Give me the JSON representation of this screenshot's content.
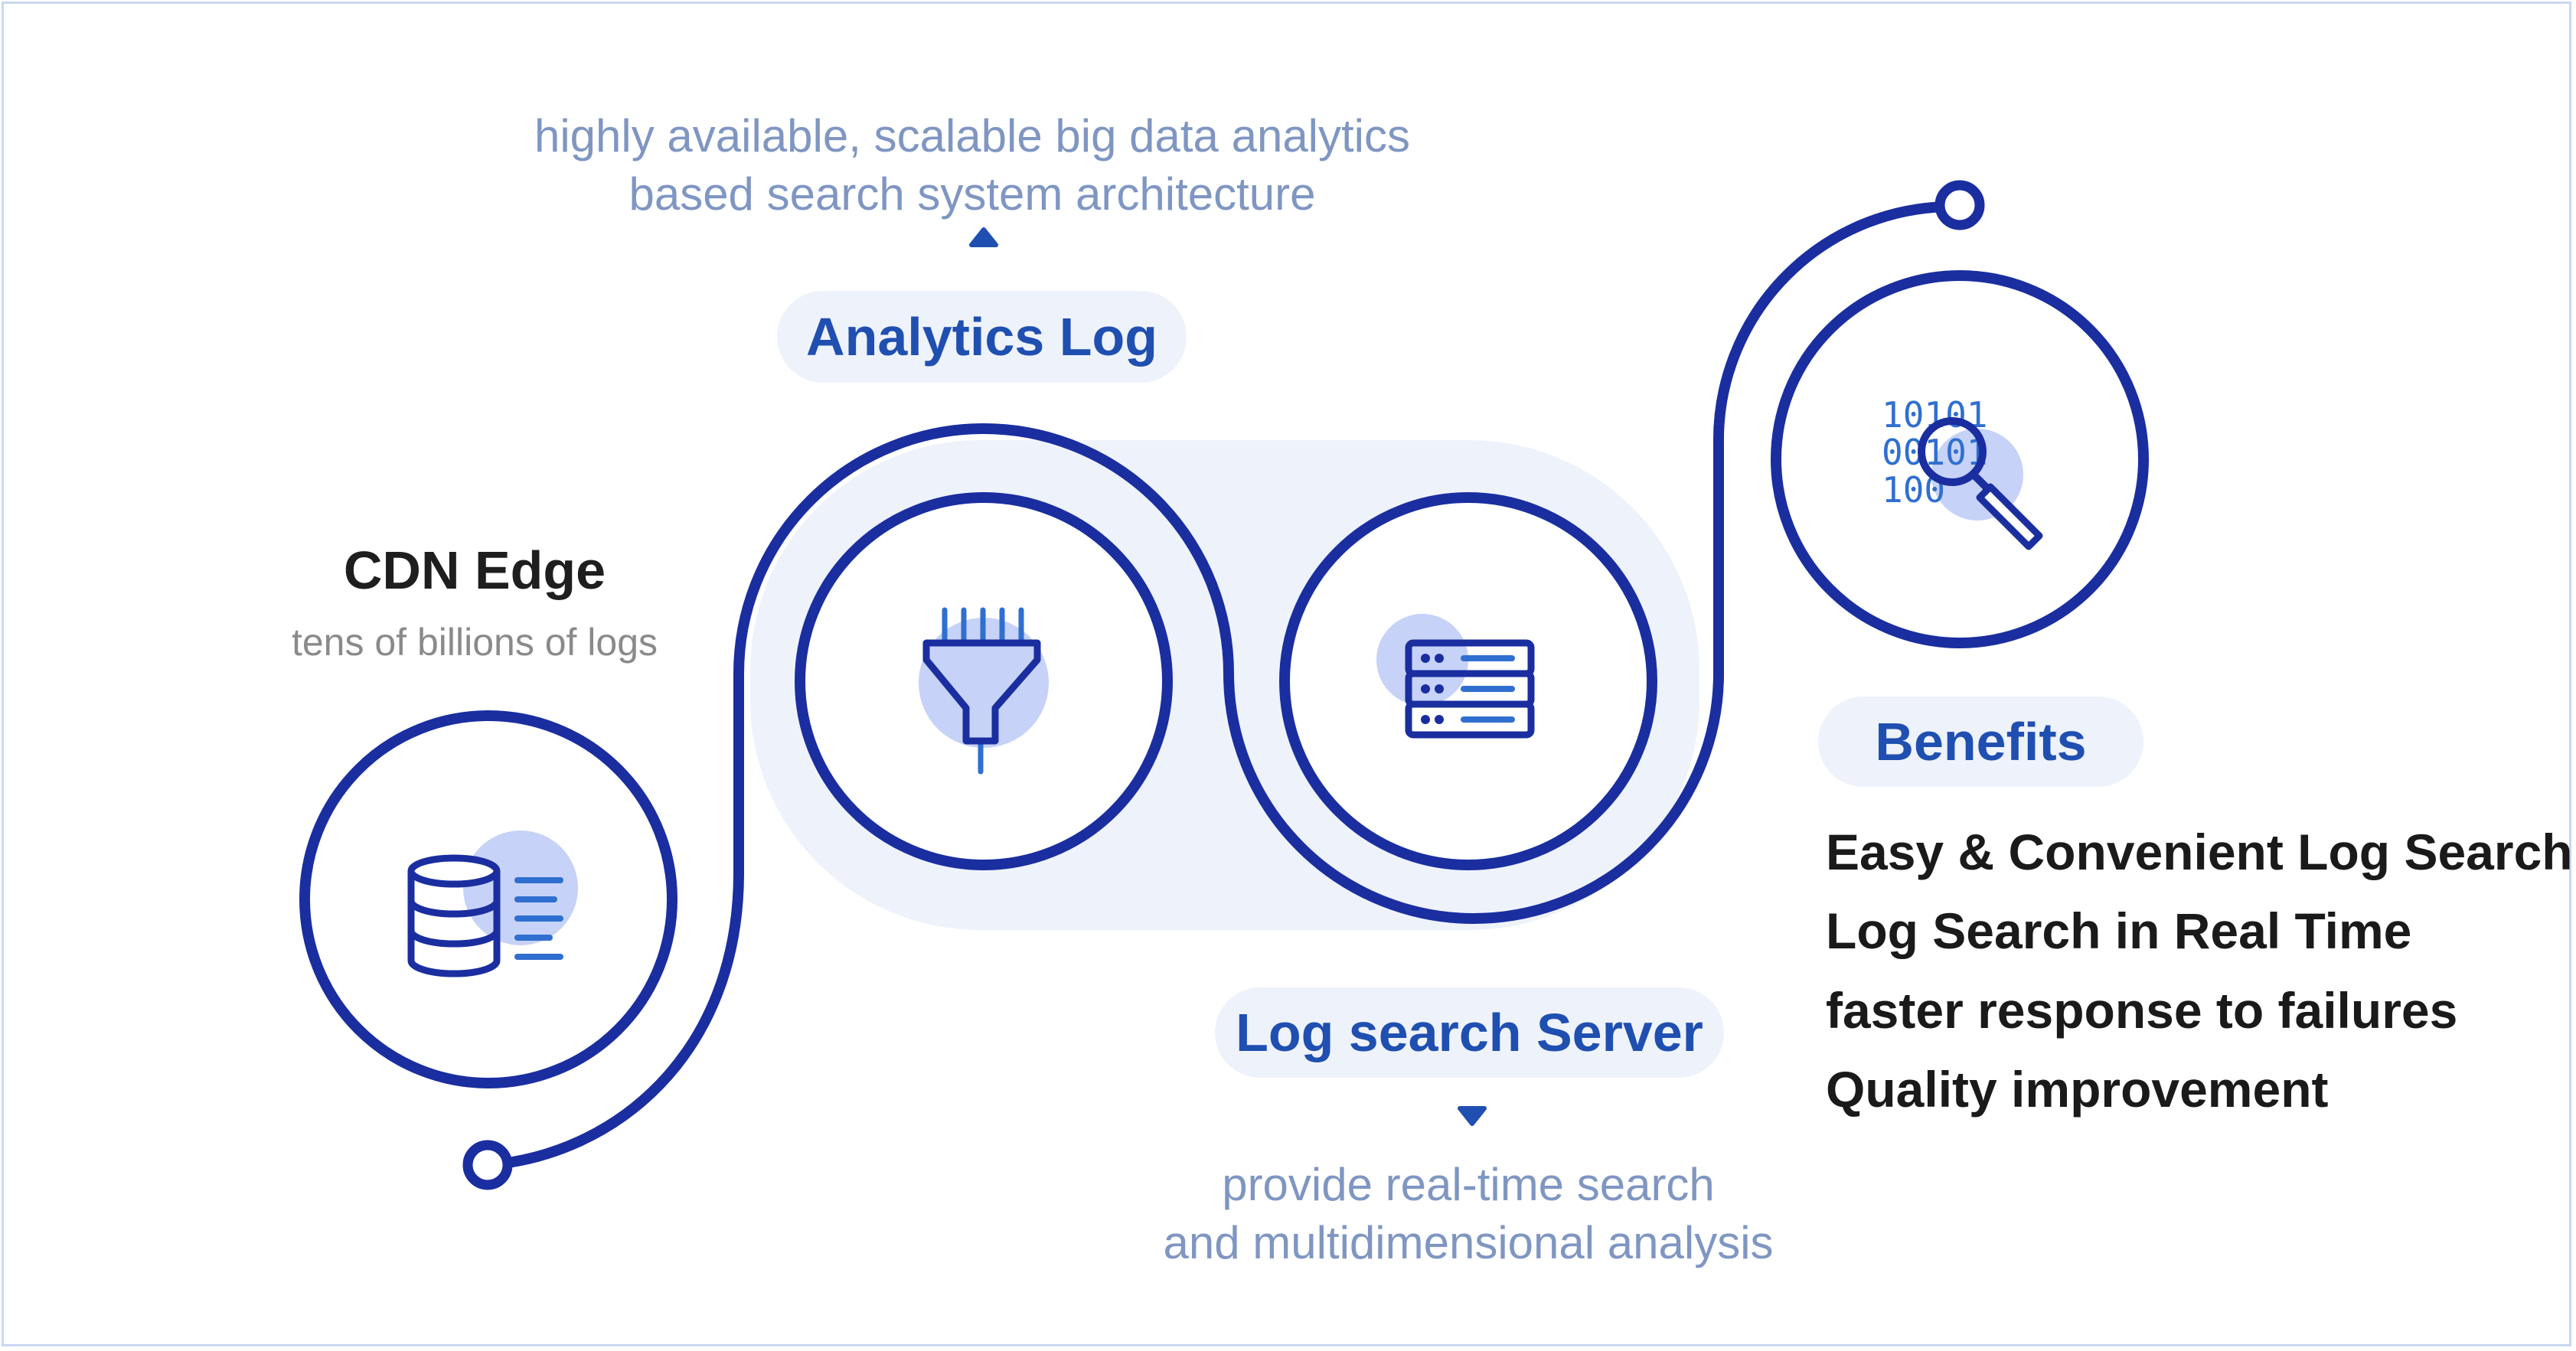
{
  "analytics_log": {
    "desc_line1": "highly available, scalable big data analytics",
    "desc_line2": "based search system architecture",
    "label": "Analytics Log"
  },
  "cdn_edge": {
    "title": "CDN Edge",
    "subtitle": "tens of billions of logs"
  },
  "log_search_server": {
    "label": "Log search Server",
    "desc_line1": "provide real-time search",
    "desc_line2": "and multidimensional analysis"
  },
  "benefits": {
    "label": "Benefits",
    "items": [
      "Easy & Convenient Log Search",
      "Log Search in Real Time",
      "faster response to failures",
      "Quality improvement"
    ]
  },
  "icons": {
    "binary_rows": [
      "10101",
      "00101",
      "100"
    ]
  },
  "colors": {
    "path": "#1a2ea0",
    "accent": "#1f4fb0",
    "icon_blue": "#2f6fd0",
    "soft_fill": "#c6d2f7",
    "band": "#eef2fb",
    "desc_text": "#7f96c2"
  }
}
